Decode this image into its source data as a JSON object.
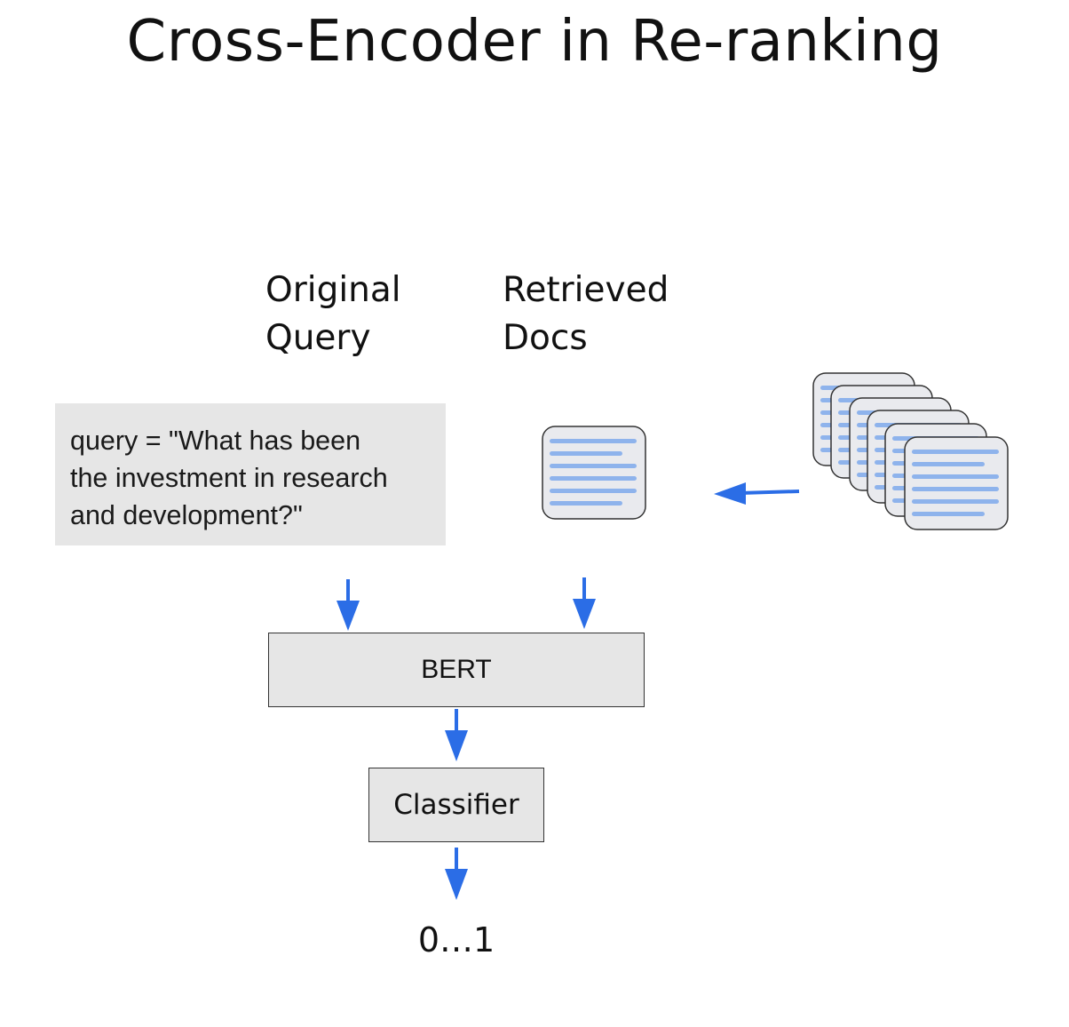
{
  "title": "Cross-Encoder in Re-ranking",
  "labels": {
    "query_line1": "Original",
    "query_line2": "Query",
    "docs_line1": "Retrieved",
    "docs_line2": "Docs"
  },
  "query_box": {
    "line1": "query = \"What has been",
    "line2": "the investment in research",
    "line3": "and development?\""
  },
  "bert_label": "BERT",
  "classifier_label": "Classifier",
  "output_label": "0…1",
  "colors": {
    "arrow": "#2b6de6",
    "doc_line": "#8eb3ec",
    "box_fill": "#e6e6e6",
    "doc_fill": "#e9eaee"
  },
  "icons": {
    "single_doc": "document-icon",
    "doc_stack": "document-stack-icon"
  }
}
